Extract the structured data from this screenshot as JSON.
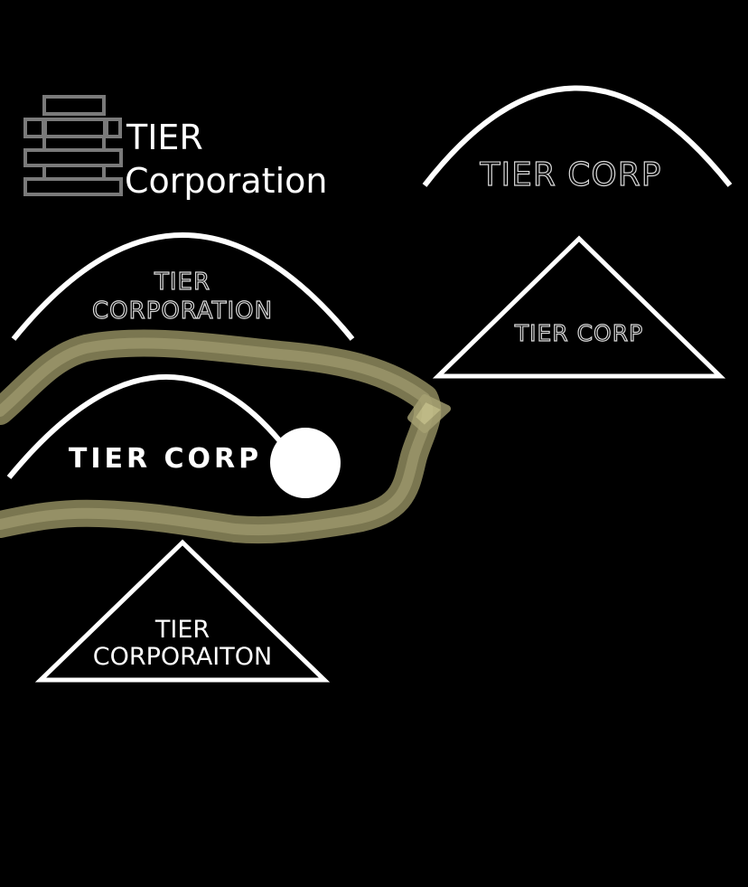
{
  "logo_1": {
    "line1": "TIER",
    "line2": "Corporation",
    "icon": "brick-stack-icon"
  },
  "logo_2": {
    "text": "TIER CORP",
    "icon": "arc-icon"
  },
  "logo_3": {
    "text": "TIER CORP",
    "icon": "triangle-icon"
  },
  "logo_4": {
    "line1": "TIER",
    "line2": "CORPORATION",
    "icon": "arc-icon"
  },
  "logo_5": {
    "text": "TIER CORP",
    "icon": "arc-with-dot-icon"
  },
  "logo_6": {
    "line1": "TIER",
    "line2": "CORPORAITON",
    "icon": "triangle-icon"
  },
  "colors": {
    "background": "#000000",
    "foreground": "#ffffff",
    "brick": "#7a7a7a",
    "highlight_scribble": "#b5b07a"
  }
}
